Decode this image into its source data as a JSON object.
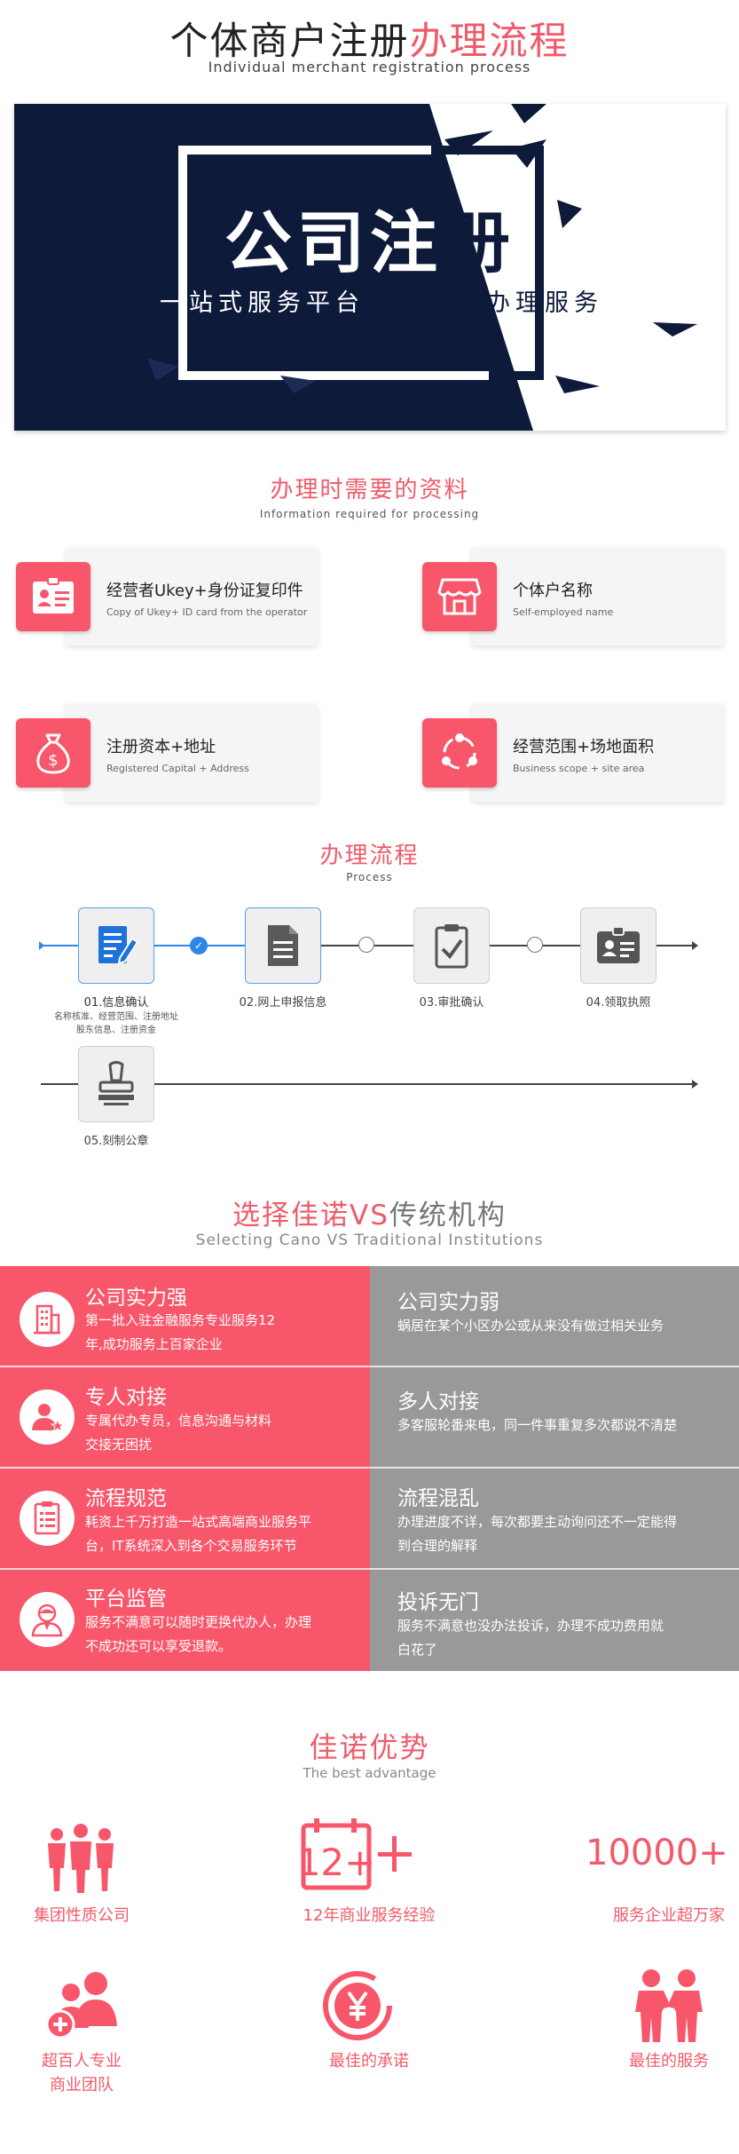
{
  "header": {
    "title_black": "个体商户注册",
    "title_red": "办理流程",
    "subtitle": "Individual merchant registration process"
  },
  "banner": {
    "title_white": "公司注",
    "title_dark": "册",
    "sub_left": "一站式服务平台",
    "sub_right": "专业办理服务",
    "colors": {
      "navy": "#0d1a3a",
      "white": "#ffffff"
    }
  },
  "materials": {
    "title": "办理时需要的资料",
    "subtitle": "Information required for processing",
    "items": [
      {
        "icon": "id-card-icon",
        "title": "经营者Ukey+身份证复印件",
        "sub": "Copy of Ukey+ ID card from the operator"
      },
      {
        "icon": "shop-icon",
        "title": "个体户名称",
        "sub": "Self-employed name"
      },
      {
        "icon": "money-bag-icon",
        "title": "注册资本+地址",
        "sub": "Registered Capital + Address"
      },
      {
        "icon": "network-icon",
        "title": "经营范围+场地面积",
        "sub": "Business scope + site area"
      }
    ]
  },
  "process": {
    "title": "办理流程",
    "subtitle": "Process",
    "steps": [
      {
        "icon": "document-edit-icon",
        "label": "01.信息确认",
        "note1": "名称核准、经营范围、注册地址",
        "note2": "股东信息、注册资金"
      },
      {
        "icon": "document-icon",
        "label": "02.网上申报信息"
      },
      {
        "icon": "approval-clipboard-icon",
        "label": "03.审批确认"
      },
      {
        "icon": "license-card-icon",
        "label": "04.领取执照"
      },
      {
        "icon": "stamp-icon",
        "label": "05.刻制公章"
      }
    ]
  },
  "compare": {
    "title_red": "选择佳诺VS",
    "title_gray": "传统机构",
    "subtitle": "Selecting Cano VS Traditional Institutions",
    "colors": {
      "left": "#f8566a",
      "right": "#999999"
    },
    "rows": [
      {
        "icon": "building-icon",
        "left_title": "公司实力强",
        "left_desc1": "第一批入驻金融服务专业服务12",
        "left_desc2": "年,成功服务上百家企业",
        "right_title": "公司实力弱",
        "right_desc1": "蜗居在某个小区办公或从来没有做过相关业务",
        "right_desc2": ""
      },
      {
        "icon": "user-star-icon",
        "left_title": "专人对接",
        "left_desc1": "专属代办专员，信息沟通与材料",
        "left_desc2": "交接无困扰",
        "right_title": "多人对接",
        "right_desc1": "多客服轮番来电，同一件事重复多次都说不清楚",
        "right_desc2": ""
      },
      {
        "icon": "checklist-icon",
        "left_title": "流程规范",
        "left_desc1": "耗资上千万打造一站式高端商业服务平",
        "left_desc2": "台，IT系统深入到各个交易服务环节",
        "right_title": "流程混乱",
        "right_desc1": "办理进度不详，每次都要主动询问还不一定能得",
        "right_desc2": "到合理的解释"
      },
      {
        "icon": "supervisor-icon",
        "left_title": "平台监管",
        "left_desc1": "服务不满意可以随时更换代办人，办理",
        "left_desc2": "不成功还可以享受退款。",
        "right_title": "投诉无门",
        "right_desc1": "服务不满意也没办法投诉，办理不成功费用就",
        "right_desc2": "白花了"
      }
    ]
  },
  "advantages": {
    "title": "佳诺优势",
    "subtitle": "The best advantage",
    "items": [
      {
        "icon": "group-people-icon",
        "label": "集团性质公司"
      },
      {
        "icon": "calendar-12-icon",
        "label": "12年商业服务经验",
        "big": "12+"
      },
      {
        "icon": "",
        "label": "服务企业超万家",
        "big": "10000+"
      },
      {
        "icon": "team-add-icon",
        "label1": "超百人专业",
        "label2": "商业团队"
      },
      {
        "icon": "yuan-coin-icon",
        "label": "最佳的承诺"
      },
      {
        "icon": "handshake-people-icon",
        "label": "最佳的服务"
      }
    ]
  }
}
